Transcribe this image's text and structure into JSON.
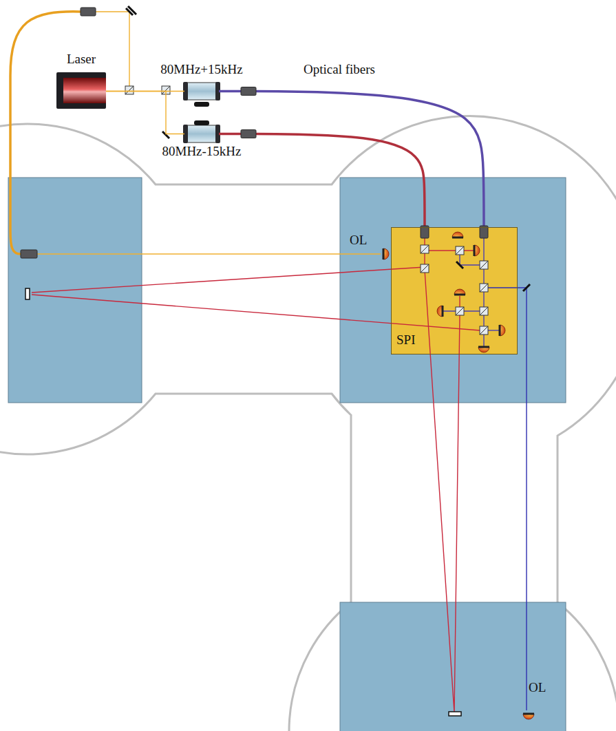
{
  "diagram": {
    "nodes": [
      {
        "text": [
          "Laser"
        ]
      },
      {
        "text": [
          "80MHz+15kHz"
        ]
      },
      {
        "text": [
          "80MHz-15kHz"
        ]
      },
      {
        "text": [
          "SPI"
        ]
      }
    ],
    "edges": [
      {
        "from": 0,
        "to": 1,
        "arrow": "none"
      },
      {
        "from": 0,
        "to": 2,
        "arrow": "none"
      },
      {
        "from": 1,
        "to": 3,
        "arrow": "none"
      },
      {
        "from": 2,
        "to": 3,
        "arrow": "none"
      }
    ],
    "labels": [
      "Optical fibers",
      "OL",
      "OL"
    ]
  }
}
